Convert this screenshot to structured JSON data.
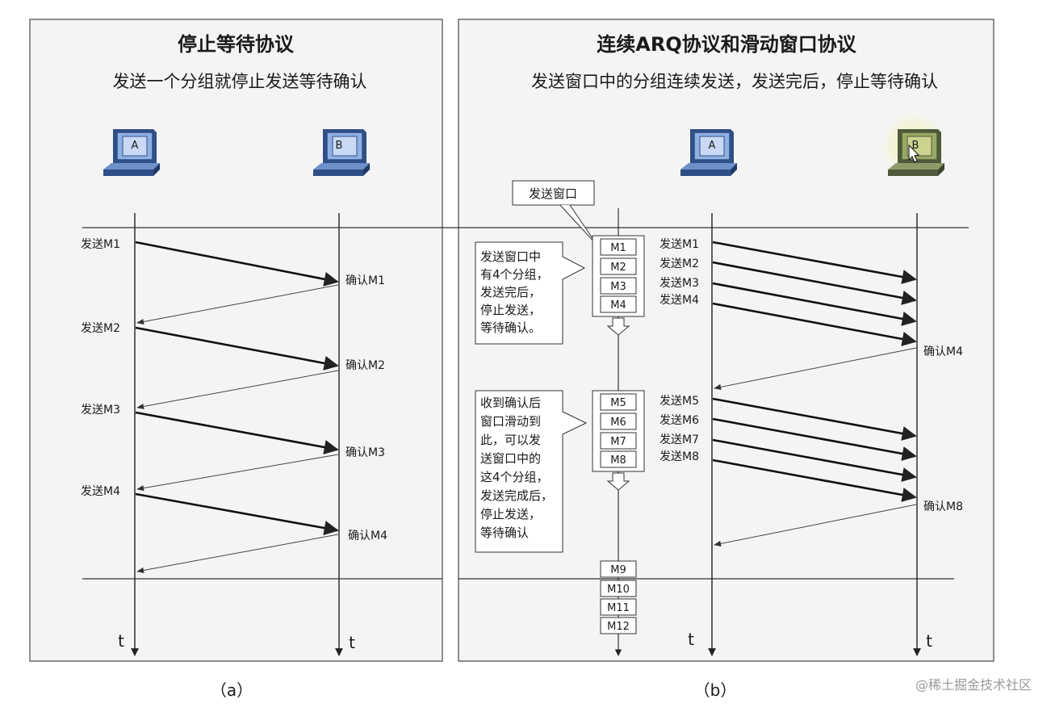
{
  "panel_a": {
    "title": "停止等待协议",
    "subtitle": "发送一个分组就停止发送等待确认",
    "host_a": "A",
    "host_b": "B",
    "axis_label_a": "t",
    "axis_label_b": "t",
    "caption": "（a）",
    "messages": [
      {
        "send": "发送M1",
        "ack": "确认M1"
      },
      {
        "send": "发送M2",
        "ack": "确认M2"
      },
      {
        "send": "发送M3",
        "ack": "确认M3"
      },
      {
        "send": "发送M4",
        "ack": "确认M4"
      }
    ]
  },
  "panel_b": {
    "title": "连续ARQ协议和滑动窗口协议",
    "subtitle": "发送窗口中的分组连续发送，发送完后，停止等待确认",
    "host_a": "A",
    "host_b": "B",
    "axis_label_a": "t",
    "axis_label_b": "t",
    "caption": "（b）",
    "window_callout": "发送窗口",
    "note1_lines": [
      "发送窗口中",
      "有4个分组，",
      "发送完后，",
      "停止发送，",
      "等待确认。"
    ],
    "note2_lines": [
      "收到确认后",
      "窗口滑动到",
      "此，可以发",
      "送窗口中的",
      "这4个分组，",
      "发送完成后，",
      "停止发送，",
      "等待确认"
    ],
    "window1": [
      "M1",
      "M2",
      "M3",
      "M4"
    ],
    "window2": [
      "M5",
      "M6",
      "M7",
      "M8"
    ],
    "window3": [
      "M9",
      "M10",
      "M11",
      "M12"
    ],
    "sends_group1": [
      "发送M1",
      "发送M2",
      "发送M3",
      "发送M4"
    ],
    "ack_group1": "确认M4",
    "sends_group2": [
      "发送M5",
      "发送M6",
      "发送M7",
      "发送M8"
    ],
    "ack_group2": "确认M8"
  },
  "watermark": "@稀土掘金技术社区",
  "colors": {
    "panel_bg": "#f4f4f4",
    "frame": "#555555",
    "line": "#222222",
    "monitor_dark": "#2e4f86",
    "monitor_light": "#8fb0e2",
    "monitor_face": "#b8cdf0",
    "highlight": "#f3efa0"
  }
}
